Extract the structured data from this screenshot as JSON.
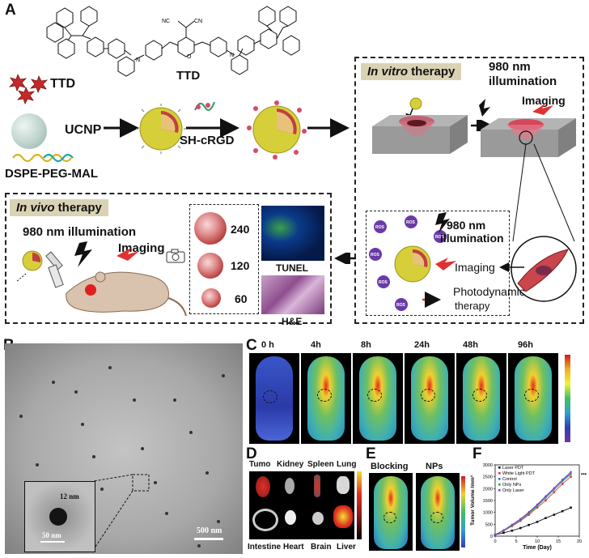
{
  "panels": {
    "a": "A",
    "b": "B",
    "c": "C",
    "d": "D",
    "e": "E",
    "f": "F"
  },
  "scheme": {
    "ttd_structure_label": "TTD",
    "cn_left": "NC",
    "cn_right": "CN",
    "ttd_legend": "TTD",
    "ucnp": "UCNP",
    "dspe": "DSPE-PEG-MAL",
    "sh_crgd": "SH-cRGD",
    "in_vitro_tag_italic": "In vitro",
    "in_vitro_tag_normal": " therapy",
    "in_vivo_tag_italic": "In vivo",
    "in_vivo_tag_normal": " therapy",
    "nm980_line1": "980 nm",
    "nm980_line2": "illumination",
    "imaging": "Imaging",
    "cell_nm980_line1": "980 nm",
    "cell_nm980_line2": "illumination",
    "cell_imaging": "Imaging",
    "photodynamic_line1": "Photodynamic",
    "photodynamic_line2": "therapy",
    "ros": "ROS",
    "vivo_illum": "980 nm illumination",
    "vivo_imaging": "Imaging",
    "tumor_sizes": [
      "240",
      "120",
      "60"
    ],
    "tunel": "TUNEL",
    "he": "H&E"
  },
  "tem": {
    "scale_main": "500 nm",
    "scale_inset": "50 nm",
    "particle_size": "12 nm"
  },
  "imaging_c": {
    "times": [
      "0 h",
      "4h",
      "8h",
      "24h",
      "48h",
      "96h"
    ]
  },
  "organs": {
    "top": [
      "Tumo",
      "Kidney",
      "Spleen",
      "Lung"
    ],
    "bottom": [
      "Intestine",
      "Heart",
      "Brain",
      "Liver"
    ]
  },
  "blocking": {
    "left": "Blocking",
    "right": "NPs"
  },
  "colors": {
    "shell": "#d6cf3a",
    "core": "#c4d6cf",
    "tumor": "#c23434",
    "dash": "#222"
  },
  "chart_data": {
    "type": "line",
    "title": "",
    "xlabel": "Time (Day)",
    "ylabel": "Tumor Volume /mm³",
    "xlim": [
      0,
      20
    ],
    "ylim": [
      0,
      3000
    ],
    "xticks": [
      "0",
      "5",
      "10",
      "15",
      "20"
    ],
    "yticks": [
      "0",
      "500",
      "1000",
      "1500",
      "2000",
      "2500",
      "3000"
    ],
    "significance": "***",
    "series": [
      {
        "name": "Laser PDT",
        "color": "#111111",
        "marker": "square",
        "x": [
          0,
          2,
          4,
          6,
          8,
          10,
          12,
          14,
          16,
          18
        ],
        "y": [
          60,
          140,
          230,
          340,
          470,
          600,
          760,
          900,
          1050,
          1200
        ]
      },
      {
        "name": "White Light PDT",
        "color": "#d63a3a",
        "marker": "circle",
        "x": [
          0,
          2,
          4,
          6,
          8,
          10,
          12,
          14,
          16,
          18
        ],
        "y": [
          60,
          220,
          420,
          640,
          900,
          1200,
          1500,
          1850,
          2200,
          2500
        ]
      },
      {
        "name": "Control",
        "color": "#2a6fd6",
        "marker": "triangle",
        "x": [
          0,
          2,
          4,
          6,
          8,
          10,
          12,
          14,
          16,
          18
        ],
        "y": [
          60,
          240,
          460,
          700,
          980,
          1300,
          1650,
          2000,
          2350,
          2650
        ]
      },
      {
        "name": "Only NPs",
        "color": "#2ba84a",
        "marker": "triangle-down",
        "x": [
          0,
          2,
          4,
          6,
          8,
          10,
          12,
          14,
          16,
          18
        ],
        "y": [
          60,
          230,
          440,
          680,
          950,
          1260,
          1600,
          1950,
          2300,
          2600
        ]
      },
      {
        "name": "Only Laser",
        "color": "#8a3ad6",
        "marker": "diamond",
        "x": [
          0,
          2,
          4,
          6,
          8,
          10,
          12,
          14,
          16,
          18
        ],
        "y": [
          60,
          250,
          480,
          720,
          1010,
          1330,
          1680,
          2020,
          2380,
          2700
        ]
      }
    ]
  }
}
